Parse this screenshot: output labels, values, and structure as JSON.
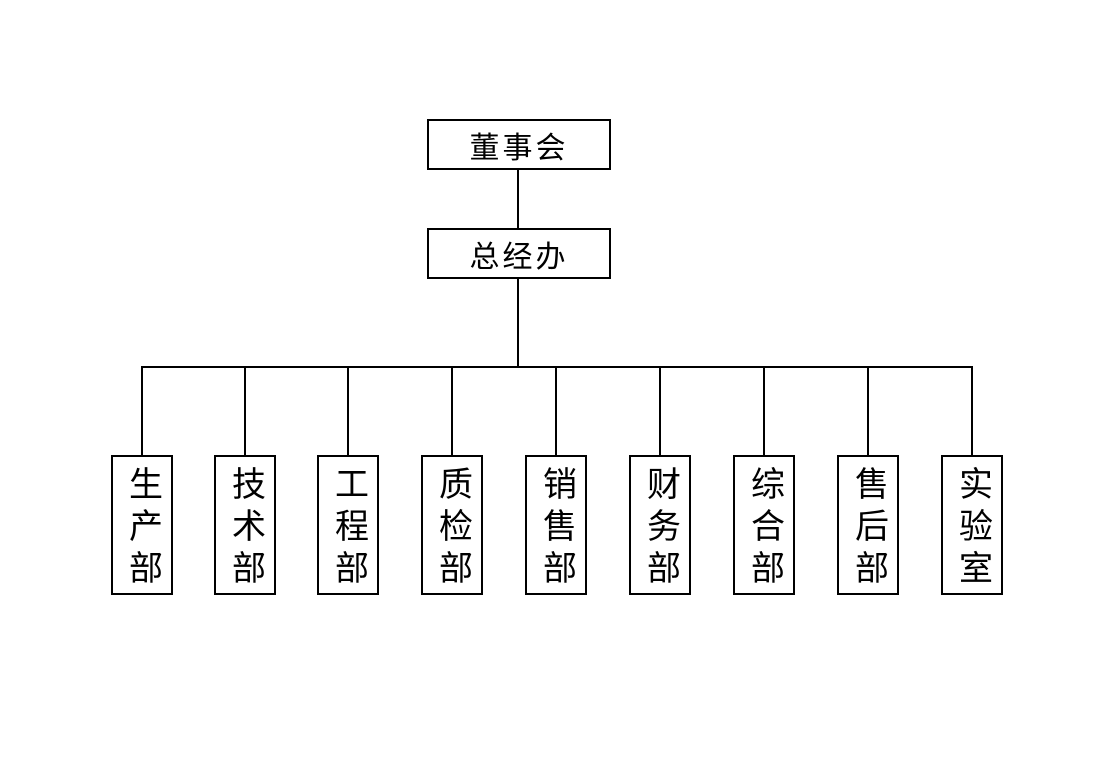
{
  "chart": {
    "type": "org-chart",
    "board": {
      "label": "董事会"
    },
    "gm_office": {
      "label": "总经办"
    },
    "departments": [
      {
        "label": "生产部"
      },
      {
        "label": "技术部"
      },
      {
        "label": "工程部"
      },
      {
        "label": "质检部"
      },
      {
        "label": "销售部"
      },
      {
        "label": "财务部"
      },
      {
        "label": "综合部"
      },
      {
        "label": "售后部"
      },
      {
        "label": "实验室"
      }
    ],
    "colors": {
      "background": "#ffffff",
      "line": "#000000",
      "box_border": "#000000",
      "text": "#000000"
    }
  }
}
